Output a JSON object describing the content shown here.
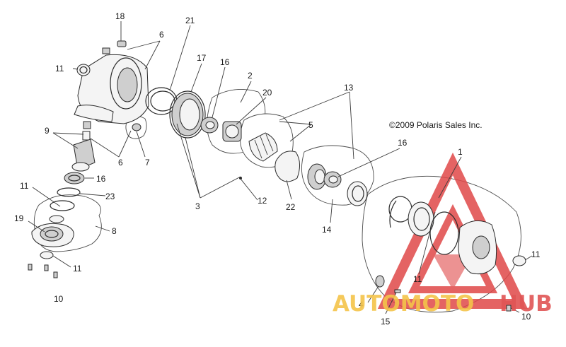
{
  "copyright": "©2009 Polaris Sales Inc.",
  "callouts": {
    "c1": "1",
    "c2": "2",
    "c3": "3",
    "c4": "4",
    "c5": "5",
    "c6a": "6",
    "c6b": "6",
    "c7": "7",
    "c8": "8",
    "c9": "9",
    "c10a": "10",
    "c10b": "10",
    "c11a": "11",
    "c11b": "11",
    "c11c": "11",
    "c11d": "11",
    "c11e": "11",
    "c12": "12",
    "c13": "13",
    "c14": "14",
    "c15": "15",
    "c16a": "16",
    "c16b": "16",
    "c16c": "16",
    "c17": "17",
    "c18": "18",
    "c19": "19",
    "c20": "20",
    "c21": "21",
    "c22": "22",
    "c23": "23"
  },
  "watermark": {
    "text_a": "AUTOMOTO",
    "text_b": "HUB",
    "color_a": "#f4c44a",
    "color_b": "#e05555"
  },
  "colors": {
    "line": "#2a2a2a",
    "watermark_red": "#e04848"
  }
}
